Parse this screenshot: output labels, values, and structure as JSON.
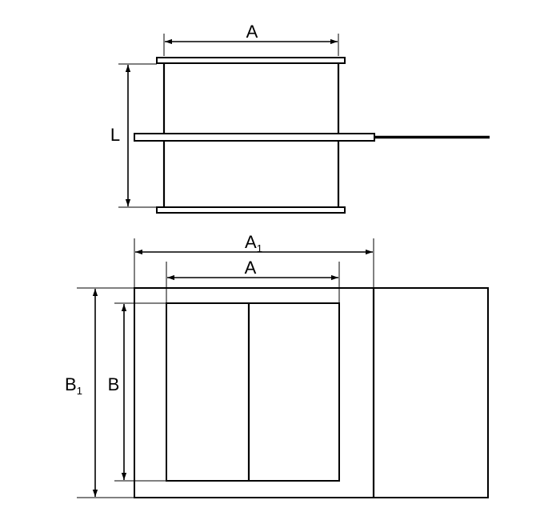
{
  "labels": {
    "top_width": "A",
    "length": "L",
    "outer_width_main": "A",
    "outer_width_sub": "1",
    "inner_width": "A",
    "outer_height_main": "B",
    "outer_height_sub": "1",
    "inner_height": "B"
  }
}
